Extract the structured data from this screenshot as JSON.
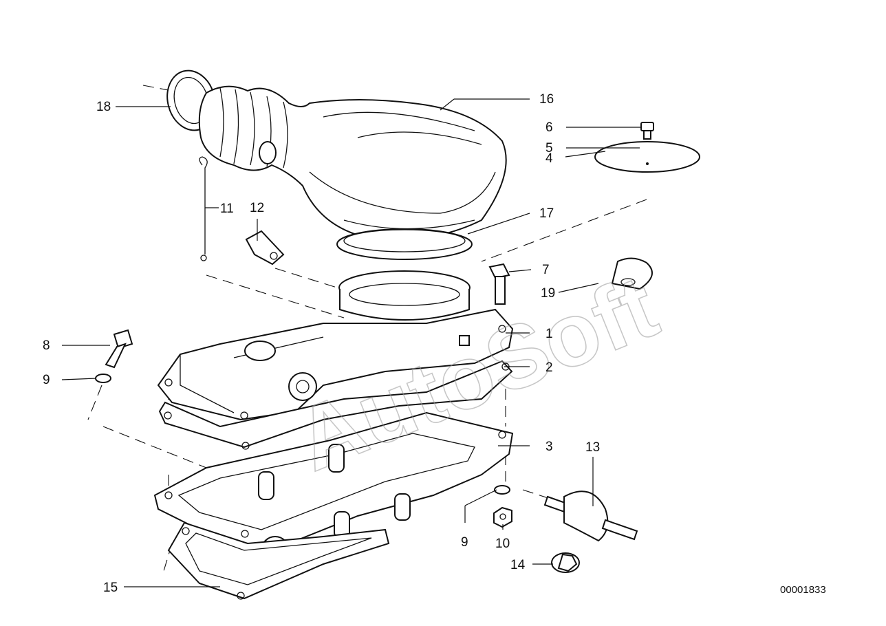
{
  "diagram": {
    "reference_number": "00001833",
    "watermark": "AutoSoft",
    "callouts": [
      {
        "id": "c1",
        "text": "1"
      },
      {
        "id": "c2",
        "text": "2"
      },
      {
        "id": "c3",
        "text": "3"
      },
      {
        "id": "c4",
        "text": "4"
      },
      {
        "id": "c5",
        "text": "5"
      },
      {
        "id": "c6",
        "text": "6"
      },
      {
        "id": "c7",
        "text": "7"
      },
      {
        "id": "c8",
        "text": "8"
      },
      {
        "id": "c9a",
        "text": "9"
      },
      {
        "id": "c9b",
        "text": "9"
      },
      {
        "id": "c10",
        "text": "10"
      },
      {
        "id": "c11",
        "text": "11"
      },
      {
        "id": "c12",
        "text": "12"
      },
      {
        "id": "c13",
        "text": "13"
      },
      {
        "id": "c14",
        "text": "14"
      },
      {
        "id": "c15",
        "text": "15"
      },
      {
        "id": "c16",
        "text": "16"
      },
      {
        "id": "c17",
        "text": "17"
      },
      {
        "id": "c18",
        "text": "18"
      },
      {
        "id": "c19",
        "text": "19"
      }
    ]
  }
}
